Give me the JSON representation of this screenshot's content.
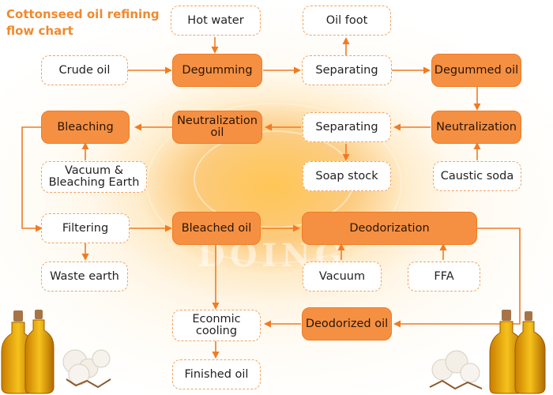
{
  "title": "Cottonseed oil refining flow chart",
  "watermark": "DOING",
  "nodes": {
    "hot_water": "Hot water",
    "oil_foot": "Oil foot",
    "crude_oil": "Crude oil",
    "degumming": "Degumming",
    "separating_1": "Separating",
    "degummed_oil": "Degummed oil",
    "bleaching": "Bleaching",
    "neutralization_oil": "Neutralization oil",
    "separating_2": "Separating",
    "neutralization": "Neutralization",
    "vacuum_bleaching_earth": "Vacuum & Bleaching Earth",
    "soap_stock": "Soap stock",
    "caustic_soda": "Caustic soda",
    "filtering": "Filtering",
    "bleached_oil": "Bleached oil",
    "deodorization": "Deodorization",
    "waste_earth": "Waste earth",
    "vacuum": "Vacuum",
    "ffa": "FFA",
    "econmic_cooling": "Econmic cooling",
    "deodorized_oil": "Deodorized oil",
    "finished_oil": "Finished oil"
  },
  "colors": {
    "accent": "#f59043",
    "arrow": "#f07b22",
    "title": "#f08a2e"
  }
}
